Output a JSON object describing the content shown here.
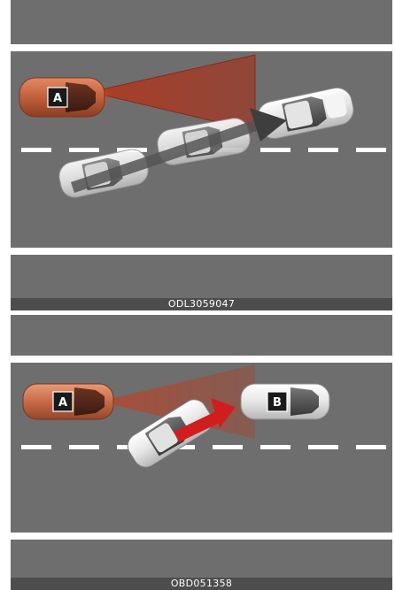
{
  "panels": [
    {
      "caption": "ODL3059047",
      "car_a_label": "A"
    },
    {
      "caption": "OBD051358",
      "car_a_label": "A",
      "car_b_label": "B"
    }
  ],
  "colors": {
    "road": "#6e6e6e",
    "lane_line": "#ffffff",
    "sensor_zone": "#a8402c",
    "car_a_body": "#c8643f",
    "car_white_body": "#e6e6e6",
    "arrow_gray": "#555555",
    "arrow_red": "#d01e1e",
    "caption_bar": "#4d4d4d"
  }
}
